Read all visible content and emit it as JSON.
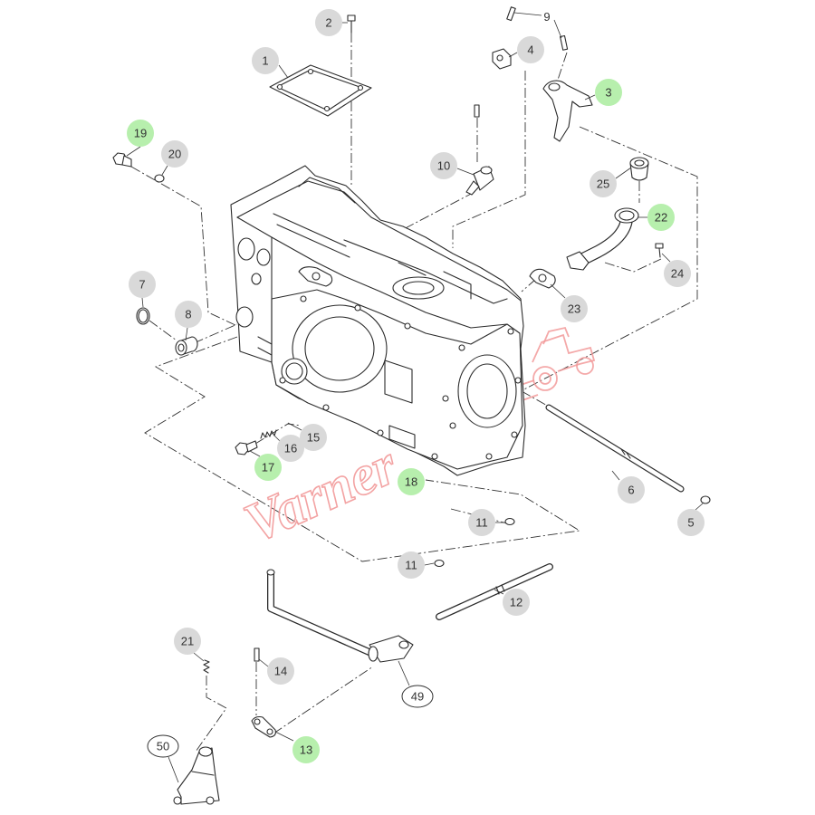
{
  "diagram": {
    "watermark": "Varner"
  },
  "callouts": [
    {
      "label": "1",
      "highlighted": false
    },
    {
      "label": "2",
      "highlighted": false
    },
    {
      "label": "3",
      "highlighted": true
    },
    {
      "label": "4",
      "highlighted": false
    },
    {
      "label": "5",
      "highlighted": false
    },
    {
      "label": "6",
      "highlighted": false
    },
    {
      "label": "7",
      "highlighted": false
    },
    {
      "label": "8",
      "highlighted": false
    },
    {
      "label": "9",
      "highlighted": false
    },
    {
      "label": "10",
      "highlighted": false
    },
    {
      "label": "11",
      "highlighted": false
    },
    {
      "label": "11",
      "highlighted": false
    },
    {
      "label": "12",
      "highlighted": false
    },
    {
      "label": "13",
      "highlighted": true
    },
    {
      "label": "14",
      "highlighted": false
    },
    {
      "label": "15",
      "highlighted": false
    },
    {
      "label": "16",
      "highlighted": false
    },
    {
      "label": "17",
      "highlighted": true
    },
    {
      "label": "18",
      "highlighted": true
    },
    {
      "label": "19",
      "highlighted": true
    },
    {
      "label": "20",
      "highlighted": false
    },
    {
      "label": "21",
      "highlighted": false
    },
    {
      "label": "22",
      "highlighted": true
    },
    {
      "label": "23",
      "highlighted": false
    },
    {
      "label": "24",
      "highlighted": false
    },
    {
      "label": "25",
      "highlighted": false
    },
    {
      "label": "49",
      "highlighted": false
    },
    {
      "label": "50",
      "highlighted": false
    }
  ],
  "colors": {
    "callout": "#d9d9d9",
    "highlight": "#b7efad",
    "watermark": "#f29a9a"
  }
}
